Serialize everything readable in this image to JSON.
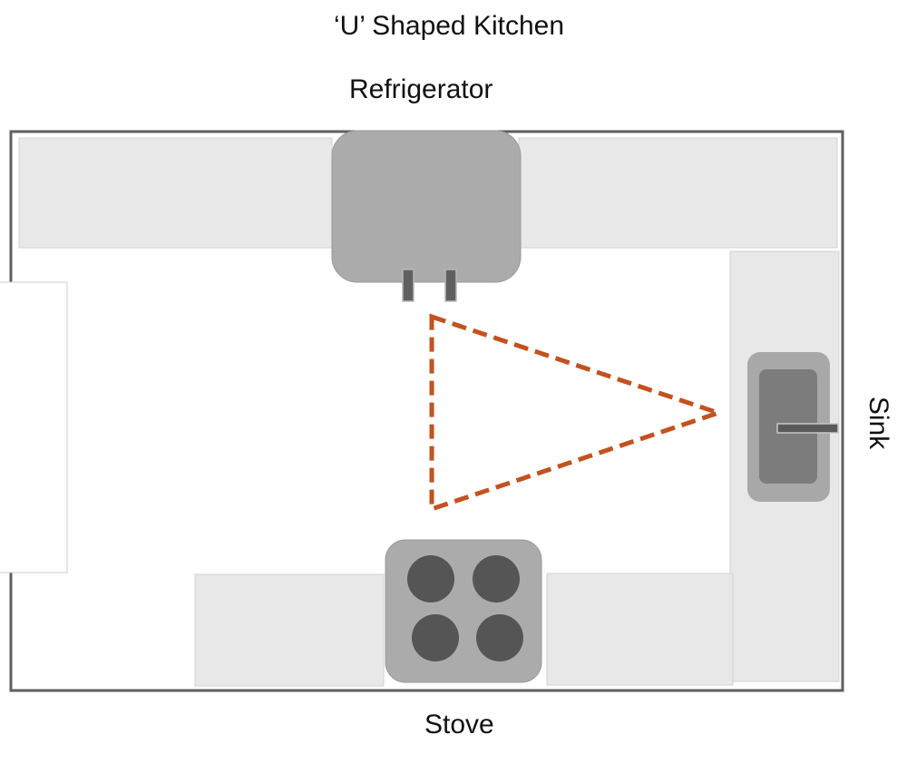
{
  "diagram": {
    "title": "‘U’ Shaped Kitchen",
    "labels": {
      "refrigerator": "Refrigerator",
      "sink": "Sink",
      "stove": "Stove"
    },
    "colors": {
      "wall": "#5f5f5f",
      "counter": "#e8e8e8",
      "counter_border": "#d2d2d2",
      "appliance": "#ababab",
      "appliance_dark": "#606060",
      "burner": "#555555",
      "work_triangle": "#c2521f"
    },
    "stove_burners": 4
  }
}
